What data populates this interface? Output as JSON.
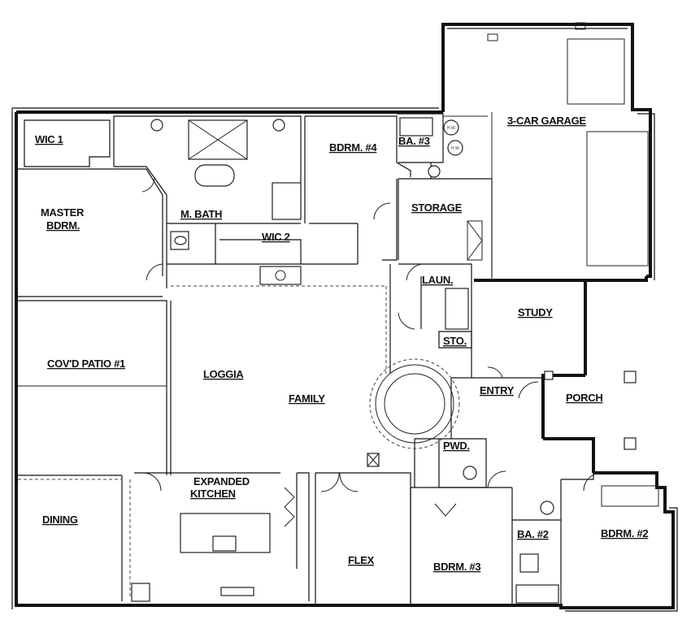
{
  "plan": {
    "rooms": [
      {
        "id": "wic1",
        "label": "WIC 1"
      },
      {
        "id": "master",
        "label": "MASTER"
      },
      {
        "id": "master2",
        "label": "BDRM."
      },
      {
        "id": "mbath",
        "label": "M. BATH"
      },
      {
        "id": "wic2",
        "label": "WIC 2"
      },
      {
        "id": "bdrm4",
        "label": "BDRM. #4"
      },
      {
        "id": "ba3",
        "label": "BA. #3"
      },
      {
        "id": "storage",
        "label": "STORAGE"
      },
      {
        "id": "garage",
        "label": "3-CAR GARAGE"
      },
      {
        "id": "laun",
        "label": "LAUN."
      },
      {
        "id": "sto",
        "label": "STO."
      },
      {
        "id": "study",
        "label": "STUDY"
      },
      {
        "id": "patio",
        "label": "COV'D PATIO #1"
      },
      {
        "id": "loggia",
        "label": "LOGGIA"
      },
      {
        "id": "family",
        "label": "FAMILY"
      },
      {
        "id": "entry",
        "label": "ENTRY"
      },
      {
        "id": "porch",
        "label": "PORCH"
      },
      {
        "id": "pwd",
        "label": "PWD."
      },
      {
        "id": "kitchen1",
        "label": "EXPANDED"
      },
      {
        "id": "kitchen2",
        "label": "KITCHEN"
      },
      {
        "id": "dining",
        "label": "DINING"
      },
      {
        "id": "flex",
        "label": "FLEX"
      },
      {
        "id": "bdrm3",
        "label": "BDRM. #3"
      },
      {
        "id": "ba2",
        "label": "BA. #2"
      },
      {
        "id": "bdrm2",
        "label": "BDRM. #2"
      }
    ],
    "fixtures": {
      "hw1": "H.W.",
      "hw2": "H.W."
    }
  }
}
